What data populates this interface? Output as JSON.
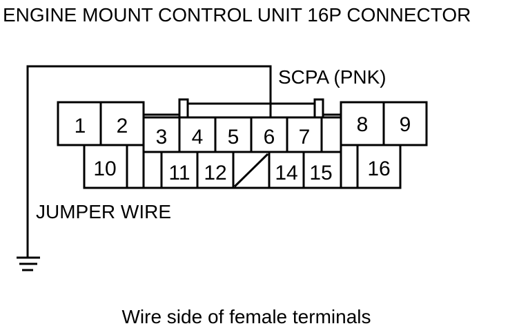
{
  "diagram": {
    "title": "ENGINE MOUNT CONTROL UNIT 16P CONNECTOR",
    "wire_label": "SCPA (PNK)",
    "jumper_label": "JUMPER WIRE",
    "caption": "Wire side of female terminals",
    "ground_symbol": "ground-icon",
    "top_row_pins": [
      "1",
      "2",
      "3",
      "4",
      "5",
      "6",
      "7",
      "8",
      "9"
    ],
    "bottom_row_pins": [
      "10",
      "11",
      "12",
      "14",
      "15",
      "16"
    ],
    "blank_cavity": "13",
    "jumper_from_pin": "6",
    "jumper_to": "ground",
    "line_color": "#000000"
  }
}
